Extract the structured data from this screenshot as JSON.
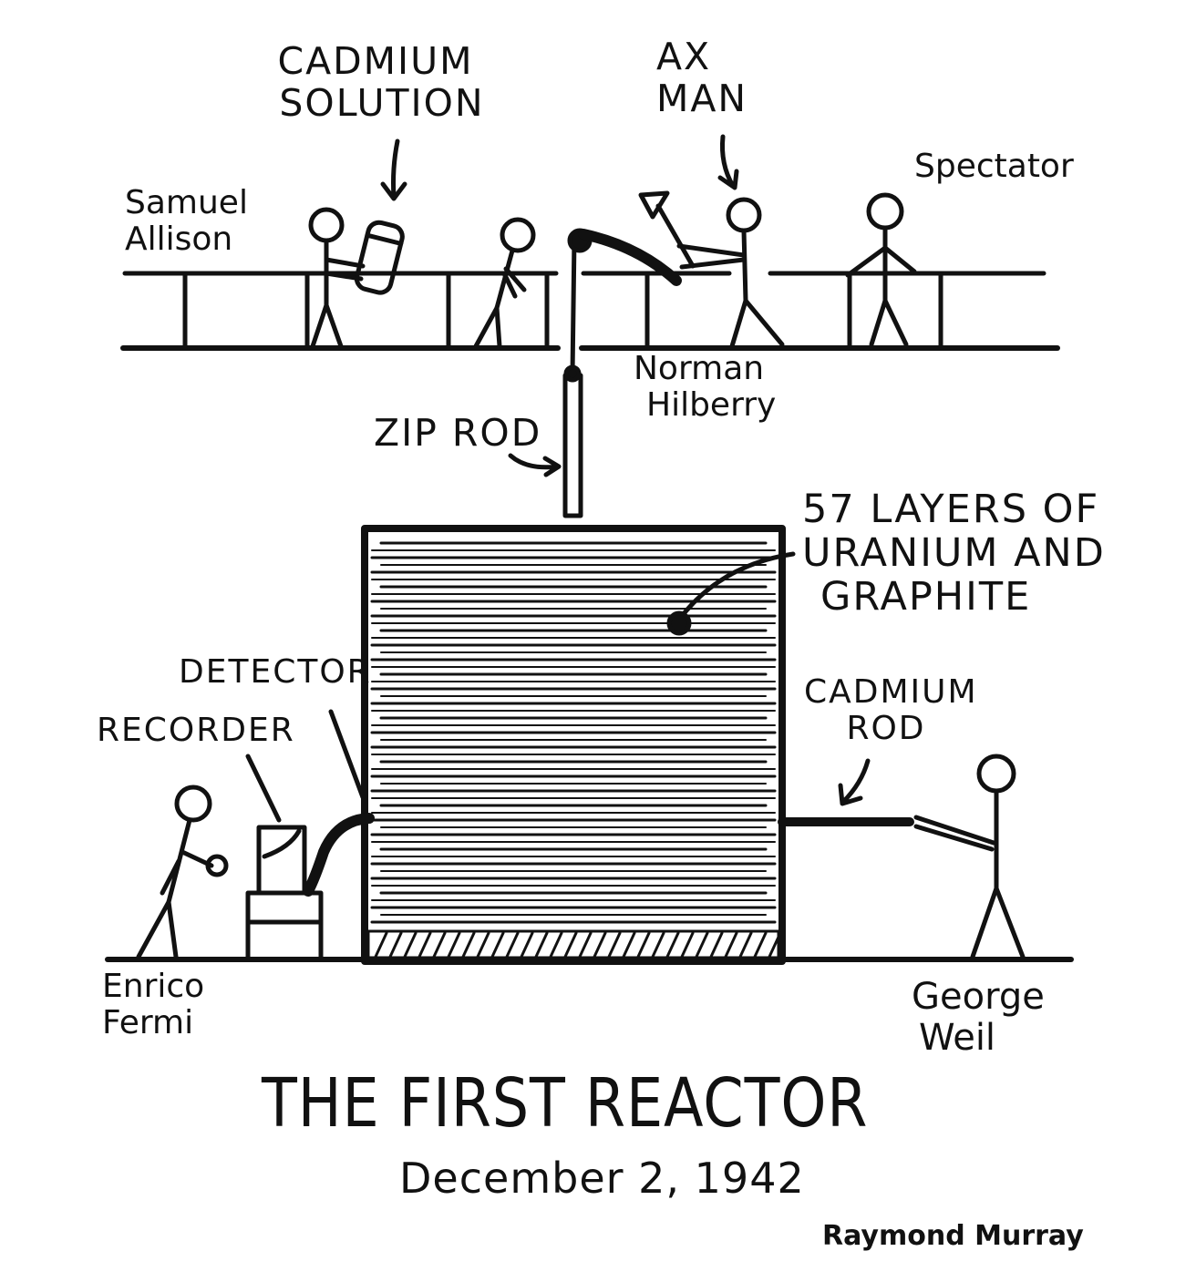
{
  "title": "THE FIRST REACTOR",
  "date": "December 2, 1942",
  "signature": "Raymond Murray",
  "labels": {
    "cadmium_solution": [
      "CADMIUM",
      "SOLUTION"
    ],
    "ax_man": [
      "AX",
      "MAN"
    ],
    "spectator": "Spectator",
    "samuel_allison": [
      "Samuel",
      "Allison"
    ],
    "norman_hilberry": [
      "Norman",
      "Hilberry"
    ],
    "zip_rod": "ZIP ROD",
    "layers": [
      "57 LAYERS OF",
      "URANIUM AND",
      "GRAPHITE"
    ],
    "detector": "DETECTOR",
    "recorder": "RECORDER",
    "cadmium_rod": [
      "CADMIUM",
      "ROD"
    ],
    "enrico_fermi": [
      "Enrico",
      "Fermi"
    ],
    "george_weil": [
      "George",
      "Weil"
    ]
  },
  "colors": {
    "ink": "#111111",
    "paper": "#ffffff"
  }
}
